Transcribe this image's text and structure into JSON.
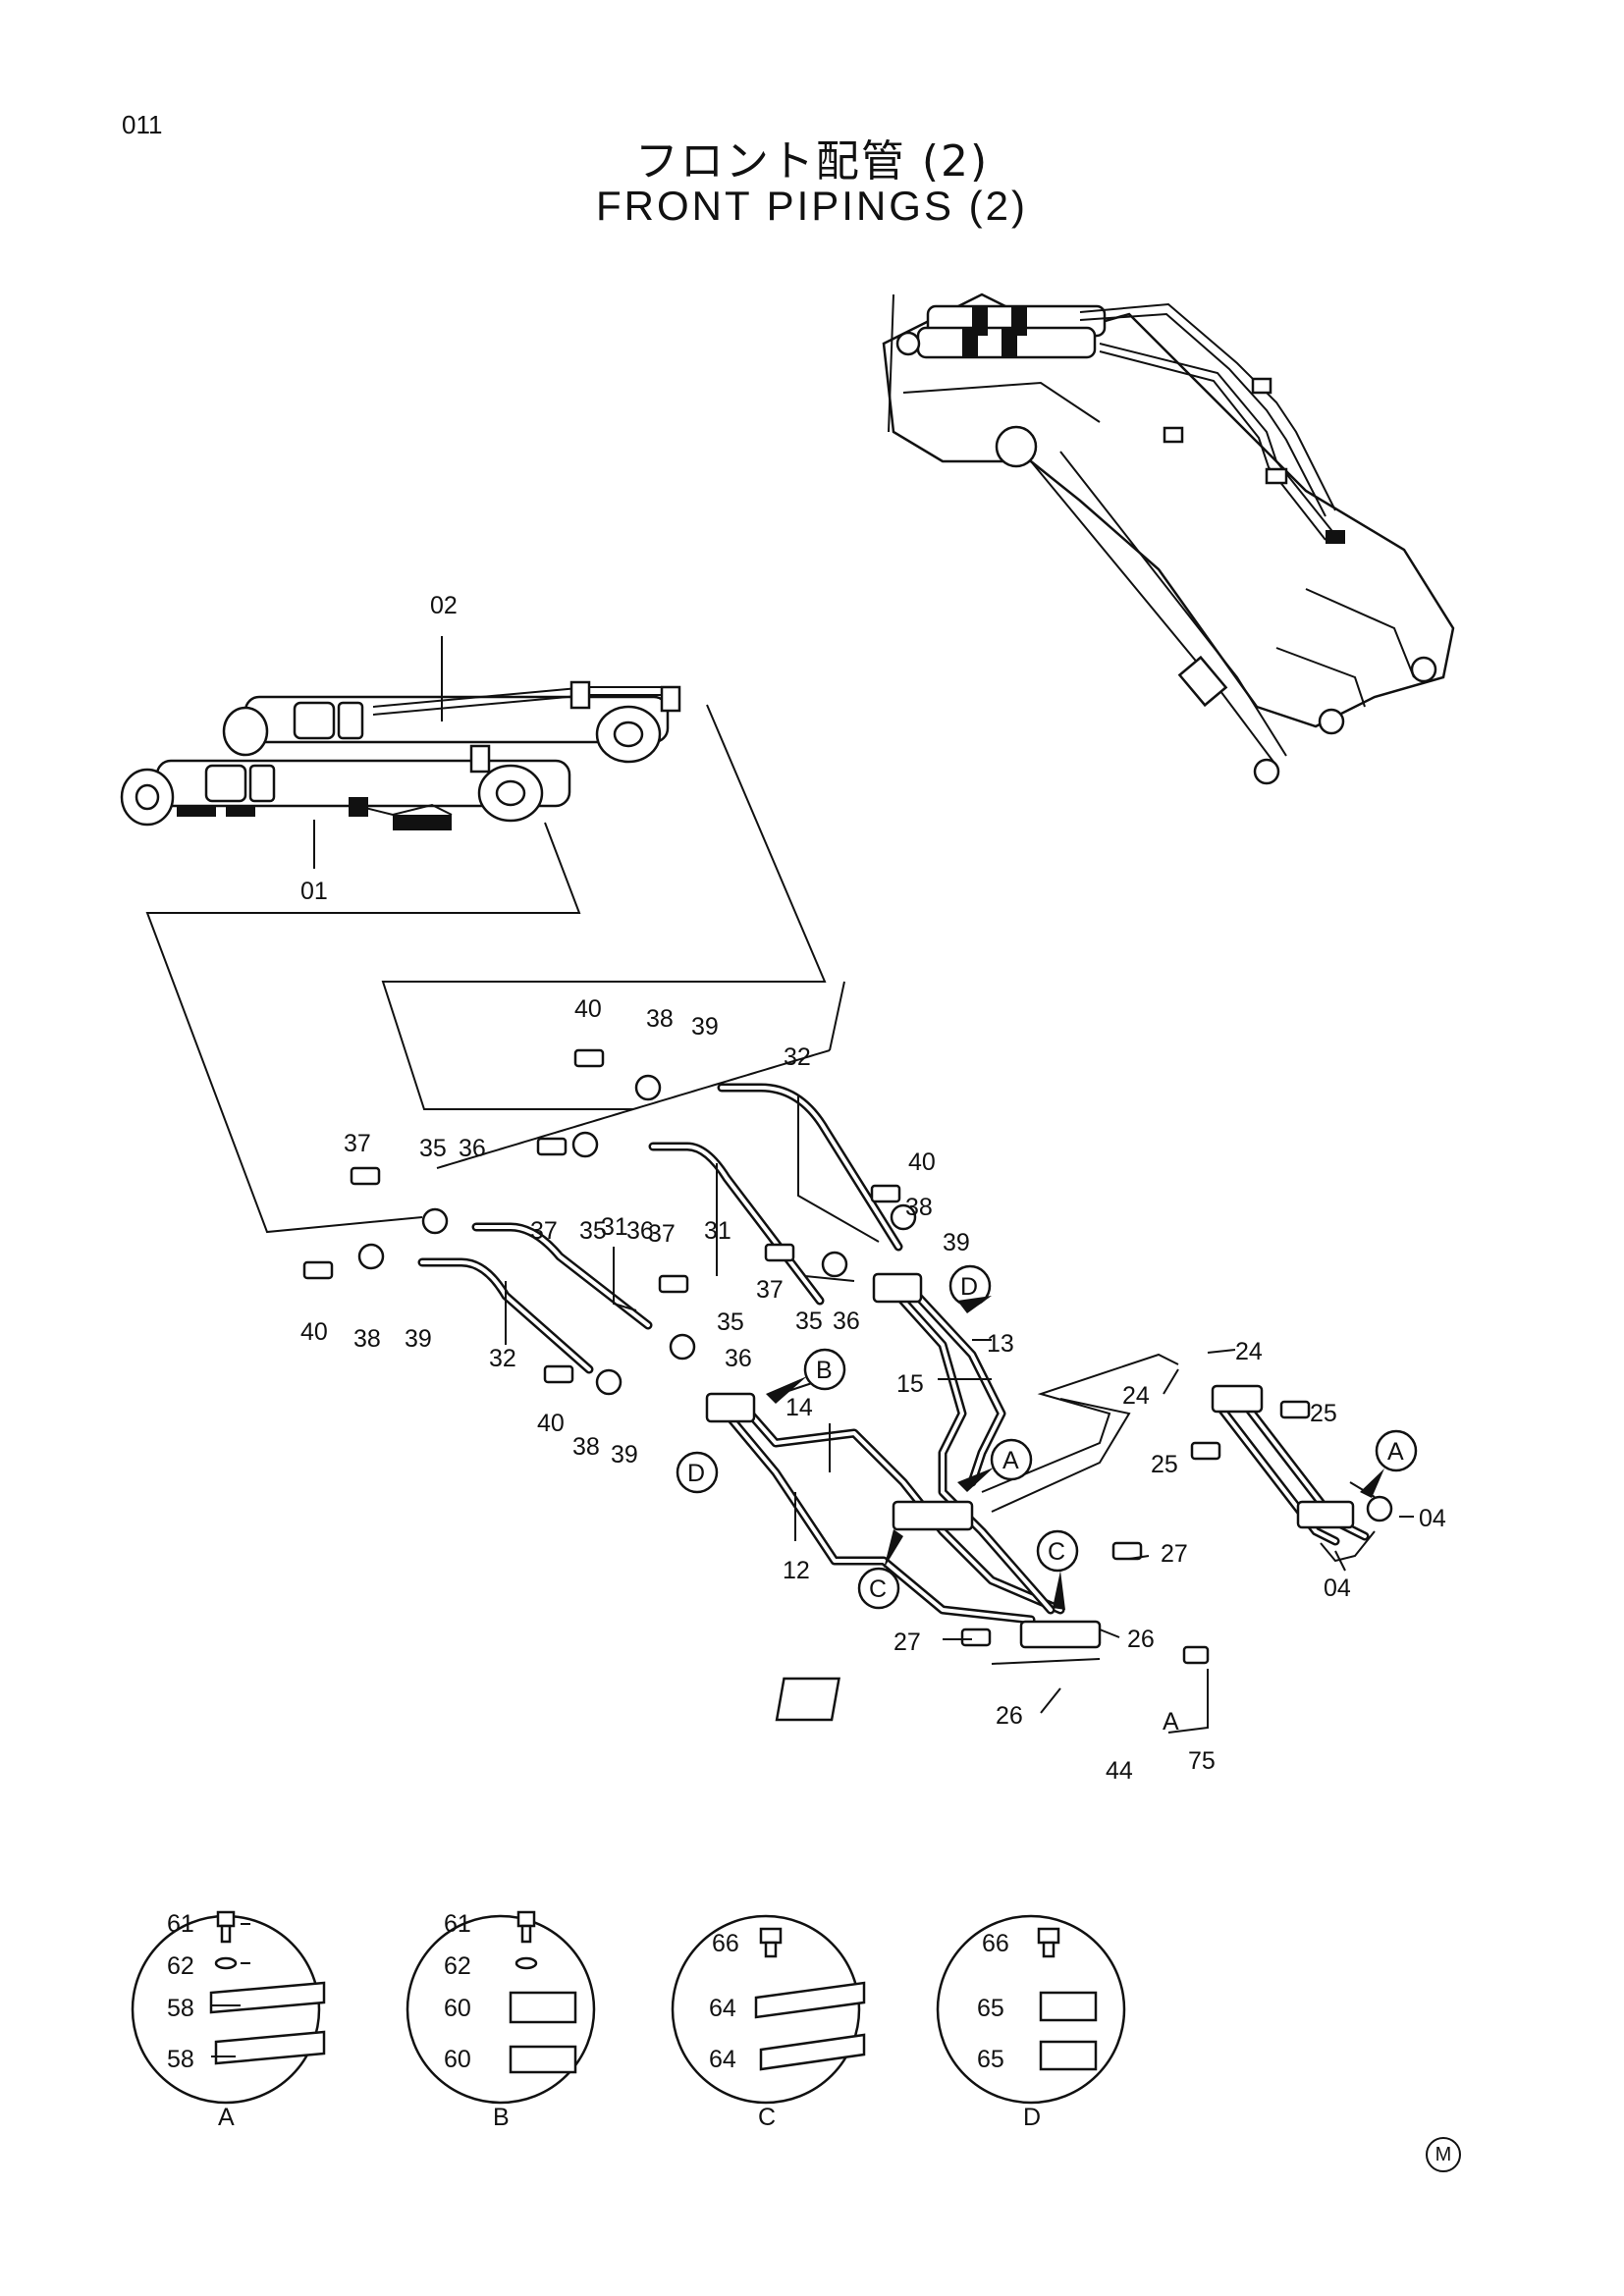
{
  "page_number": "011",
  "title_jp": "フロント配管 (2)",
  "title_en": "FRONT PIPINGS (2)",
  "mark": "M",
  "part_labels": {
    "p01": "01",
    "p02": "02",
    "p04a": "04",
    "p04b": "04",
    "p12": "12",
    "p13": "13",
    "p14": "14",
    "p15": "15",
    "p24a": "24",
    "p24b": "24",
    "p25a": "25",
    "p25b": "25",
    "p26a": "26",
    "p26b": "26",
    "p27a": "27",
    "p27b": "27",
    "p31a": "31",
    "p31b": "31",
    "p32a": "32",
    "p32b": "32",
    "p35a": "35",
    "p35b": "35",
    "p35c": "35",
    "p35d": "35",
    "p36a": "36",
    "p36b": "36",
    "p36c": "36",
    "p36d": "36",
    "p37a": "37",
    "p37b": "37",
    "p37c": "37",
    "p37d": "37",
    "p38a": "38",
    "p38b": "38",
    "p38c": "38",
    "p38d": "38",
    "p39a": "39",
    "p39b": "39",
    "p39c": "39",
    "p39d": "39",
    "p40a": "40",
    "p40b": "40",
    "p40c": "40",
    "p40d": "40",
    "p44": "44",
    "p75": "75",
    "pA": "A"
  },
  "callouts": {
    "a1": "A",
    "a2": "A",
    "b1": "B",
    "c1": "C",
    "c2": "C",
    "d1": "D",
    "d2": "D"
  },
  "detail_views": [
    {
      "name": "A",
      "labels": [
        "61",
        "62",
        "58",
        "58"
      ]
    },
    {
      "name": "B",
      "labels": [
        "61",
        "62",
        "60",
        "60"
      ]
    },
    {
      "name": "C",
      "labels": [
        "66",
        "64",
        "64"
      ]
    },
    {
      "name": "D",
      "labels": [
        "66",
        "65",
        "65"
      ]
    }
  ]
}
